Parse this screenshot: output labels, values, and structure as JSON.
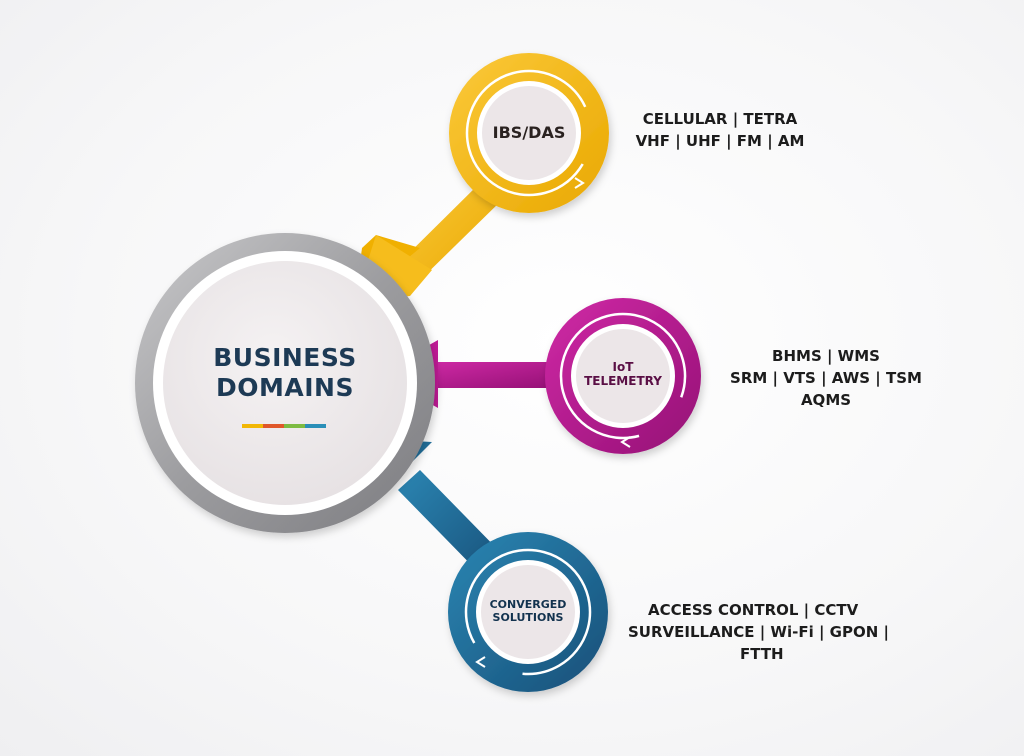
{
  "center": {
    "title_line1": "BUSINESS",
    "title_line2": "DOMAINS",
    "accent_colors": [
      "#f2b705",
      "#e0572a",
      "#7dbb42",
      "#2a8fb8"
    ]
  },
  "nodes": [
    {
      "title": "IBS/DAS",
      "color": "#f4b81c",
      "desc_lines": [
        "CELLULAR | TETRA",
        "VHF | UHF | FM | AM"
      ]
    },
    {
      "title_line1": "IoT",
      "title_line2": "TELEMETRY",
      "color": "#b5138f",
      "desc_lines": [
        "BHMS | WMS",
        "SRM | VTS | AWS | TSM",
        "AQMS"
      ]
    },
    {
      "title_line1": "CONVERGED",
      "title_line2": "SOLUTIONS",
      "color": "#1f6f99",
      "desc_lines": [
        "ACCESS CONTROL | CCTV",
        "SURVEILLANCE | Wi-Fi | GPON |",
        "FTTH"
      ]
    }
  ]
}
